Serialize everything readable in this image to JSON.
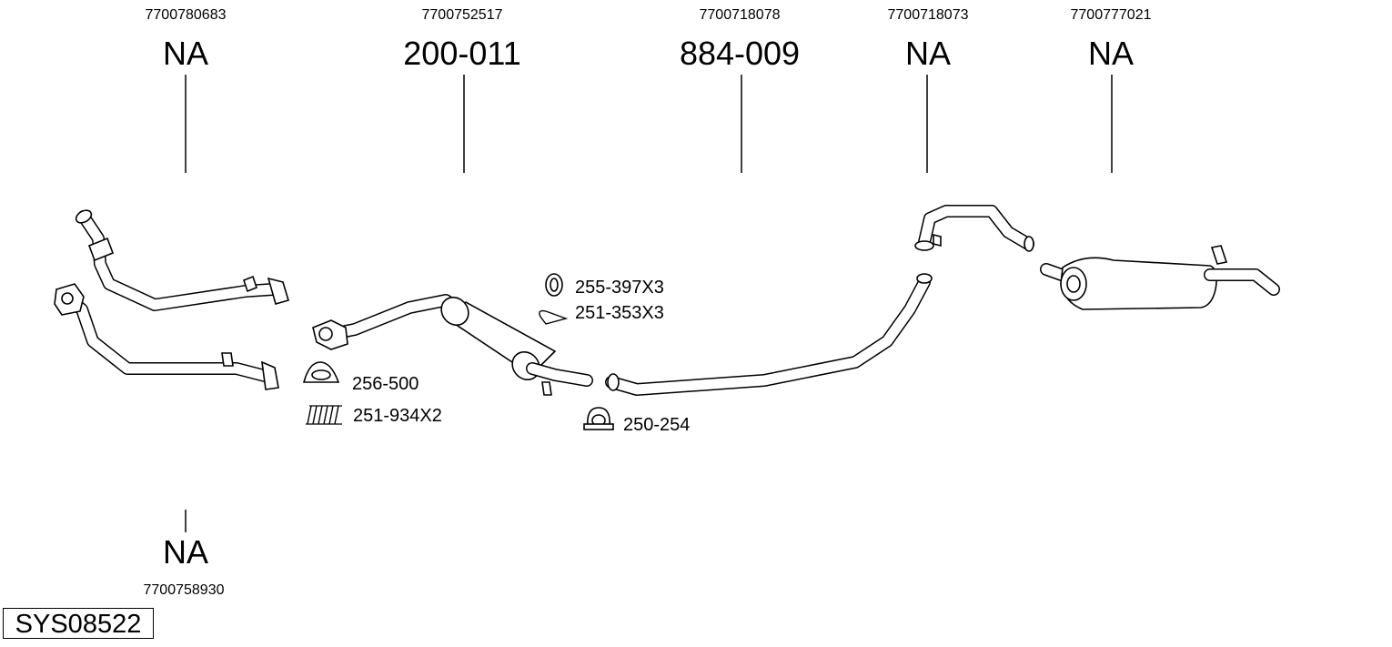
{
  "parts": [
    {
      "oem": "7700780683",
      "part_number": "NA"
    },
    {
      "oem": "7700752517",
      "part_number": "200-011"
    },
    {
      "oem": "7700718078",
      "part_number": "884-009"
    },
    {
      "oem": "7700718073",
      "part_number": "NA"
    },
    {
      "oem": "7700777021",
      "part_number": "NA"
    },
    {
      "oem": "7700758930",
      "part_number": "NA"
    }
  ],
  "accessories": [
    {
      "label": "255-397X3",
      "icon": "rubber-ring-icon"
    },
    {
      "label": "251-353X3",
      "icon": "clip-icon"
    },
    {
      "label": "256-500",
      "icon": "gasket-ring-icon"
    },
    {
      "label": "251-934X2",
      "icon": "spring-icon"
    },
    {
      "label": "250-254",
      "icon": "clamp-icon"
    }
  ],
  "system_code": "SYS08522"
}
